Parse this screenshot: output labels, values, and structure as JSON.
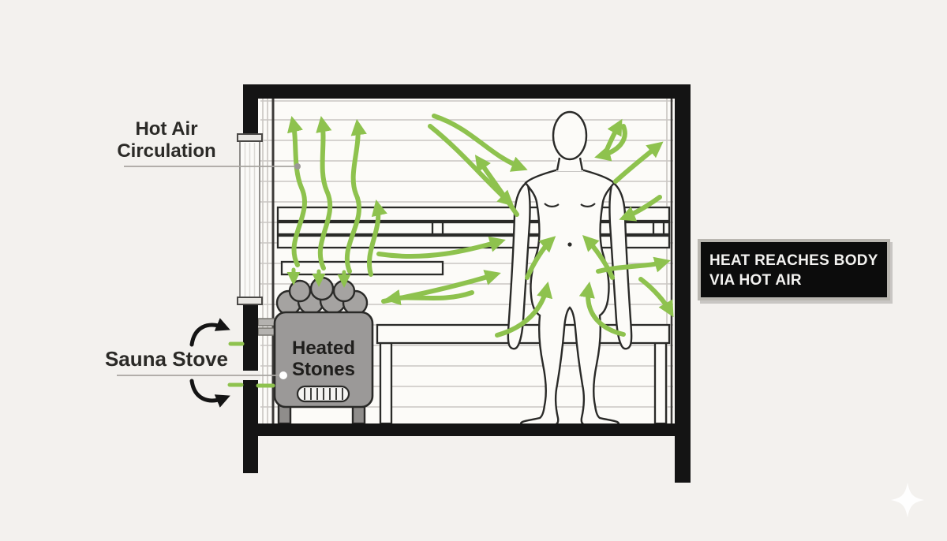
{
  "labels": {
    "hot_air": {
      "line1": "Hot Air",
      "line2": "Circulation"
    },
    "sauna_stove": "Sauna Stove",
    "stove": {
      "line1": "Heated",
      "line2": "Stones"
    },
    "heat_box": {
      "line1": "HEAT REACHES BODY",
      "line2": "VIA HOT AIR"
    }
  },
  "palette": {
    "background": "#f3f1ee",
    "room": "#fcfbf8",
    "structure": "#141414",
    "panel_line": "#c9c6c2",
    "outline": "#2a2a28",
    "stove_body": "#9b9998",
    "stove_stone": "#a5a3a1",
    "flow_green": "#8ec24e",
    "leader_gray": "#a29f9b",
    "callout_bg": "#0c0c0c",
    "callout_border": "#b9b6b0",
    "callout_text": "#f3f2f0"
  },
  "icons": {
    "sparkle": "4-point-star"
  }
}
